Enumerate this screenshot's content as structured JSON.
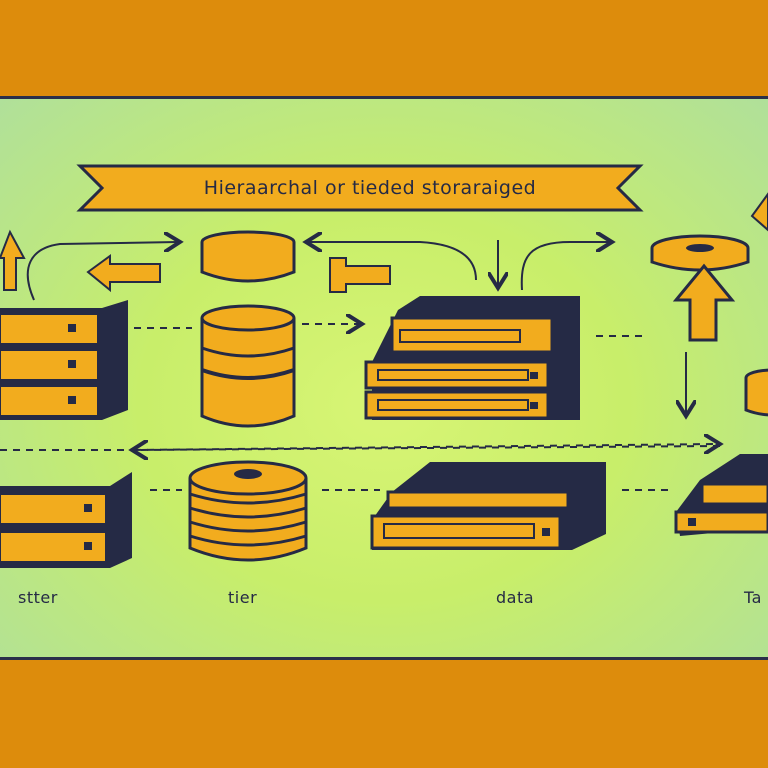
{
  "banner": {
    "title": "Hieraarchal or tieded storaraiged"
  },
  "labels": {
    "col1": "stter",
    "col2": "tier",
    "col3": "data",
    "col4": "Ta"
  },
  "colors": {
    "background_band": "#dd8c0c",
    "panel": "#c8ee6a",
    "device_fill": "#f2ac1e",
    "outline": "#252a45"
  }
}
